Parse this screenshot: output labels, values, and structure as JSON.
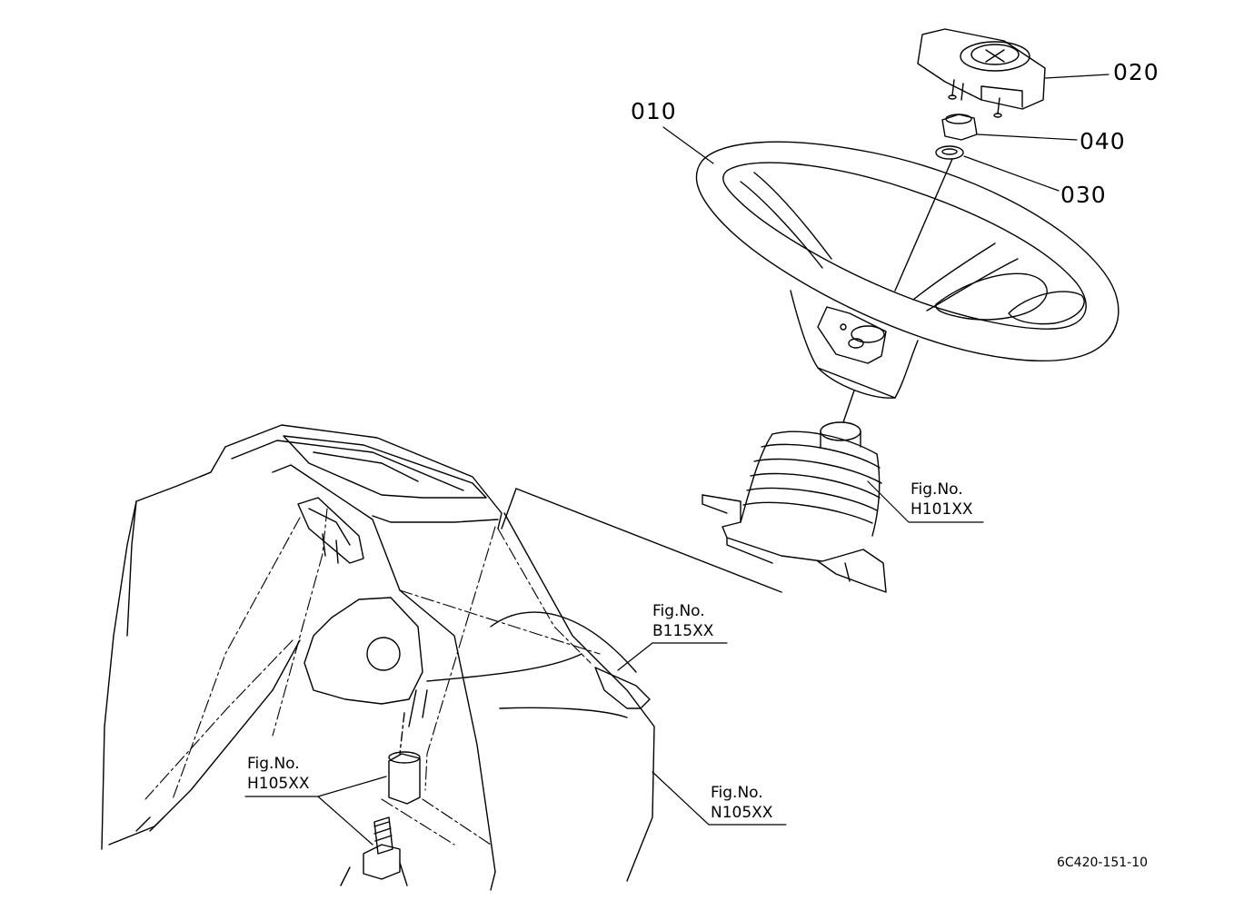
{
  "callouts": {
    "p010": "010",
    "p020": "020",
    "p030": "030",
    "p040": "040"
  },
  "figure_refs": {
    "h101": {
      "caption": "Fig.No.",
      "number": "H101XX"
    },
    "b115": {
      "caption": "Fig.No.",
      "number": "B115XX"
    },
    "h105": {
      "caption": "Fig.No.",
      "number": "H105XX"
    },
    "n105": {
      "caption": "Fig.No.",
      "number": "N105XX"
    }
  },
  "drawing_code": "6C420-151-10",
  "colors": {
    "ink": "#000000",
    "paper": "#ffffff"
  }
}
